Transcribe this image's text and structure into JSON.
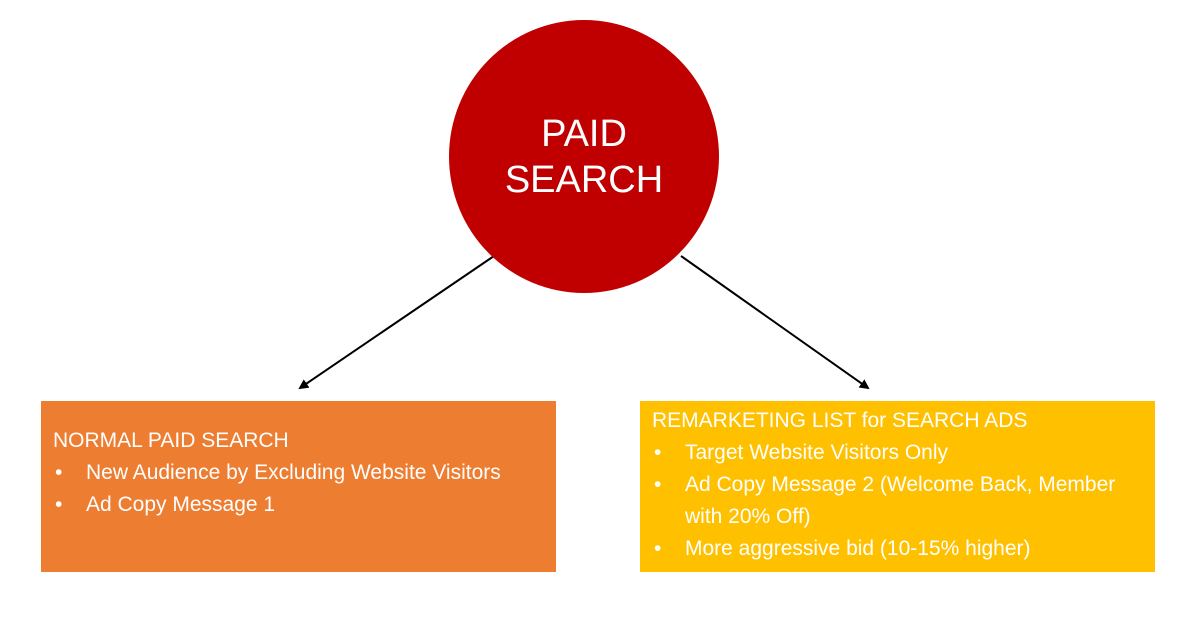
{
  "hub": {
    "line1": "PAID",
    "line2": "SEARCH",
    "color": "#c00000"
  },
  "left_box": {
    "title": "NORMAL PAID SEARCH",
    "color": "#ed7d31",
    "items": [
      "New Audience by Excluding Website Visitors",
      "Ad Copy Message 1"
    ]
  },
  "right_box": {
    "title": "REMARKETING LIST for SEARCH ADS",
    "color": "#ffc000",
    "items": [
      "Target Website Visitors Only",
      "Ad Copy Message 2 (Welcome Back, Member with 20% Off)",
      "More aggressive bid (10-15% higher)"
    ]
  },
  "bullet_glyph": "•"
}
